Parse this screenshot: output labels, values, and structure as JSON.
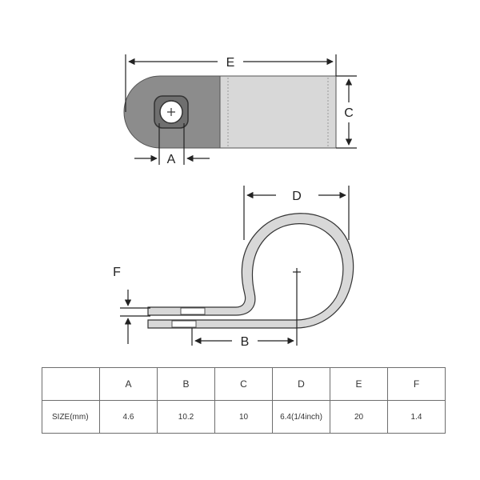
{
  "labels": {
    "a": "A",
    "b": "B",
    "c": "C",
    "d": "D",
    "e": "E",
    "f": "F"
  },
  "table": {
    "row_label": "SIZE(mm)",
    "headers": [
      "A",
      "B",
      "C",
      "D",
      "E",
      "F"
    ],
    "values": [
      "4.6",
      "10.2",
      "10",
      "6.4(1/4inch)",
      "20",
      "1.4"
    ]
  },
  "colors": {
    "clamp_tab": "#8c8c8c",
    "clamp_band": "#d8d8d8",
    "line": "#222222"
  }
}
